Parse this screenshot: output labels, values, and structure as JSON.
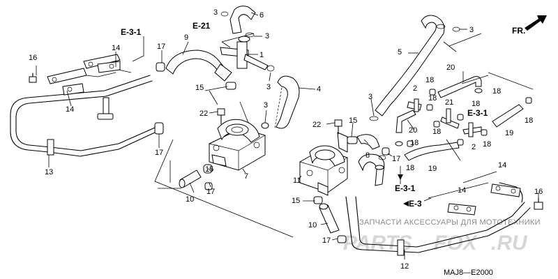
{
  "watermark": {
    "line1": "ЗАПЧАСТИ АКСЕССУАРЫ ДЛЯ МОТОТЕХНИКИ",
    "brand_left": "PARTS",
    "brand_mid": "FOX",
    "brand_right": ".RU"
  },
  "diagram_code": "MAJ8—E2000",
  "direction_label": "FR.",
  "refs": {
    "e31_top": "E-3-1",
    "e21": "E-21",
    "e31_mid": "E-3-1",
    "e31_bottom": "E-3-1",
    "e3": "E-3"
  },
  "callouts": {
    "c1": "1",
    "c2a": "2",
    "c2b": "2",
    "c3a": "3",
    "c3b": "3",
    "c3c": "3",
    "c3d": "3",
    "c3e": "3",
    "c3f": "3",
    "c4": "4",
    "c5": "5",
    "c6": "6",
    "c7": "7",
    "c8": "8",
    "c9": "9",
    "c10a": "10",
    "c10b": "10",
    "c11": "11",
    "c12": "12",
    "c13": "13",
    "c14a": "14",
    "c14b": "14",
    "c14c": "14",
    "c14d": "14",
    "c15a": "15",
    "c15b": "15",
    "c15c": "15",
    "c16a": "16",
    "c16b": "16",
    "c17a": "17",
    "c17b": "17",
    "c17c": "17",
    "c17d": "17",
    "c18a": "18",
    "c18b": "18",
    "c18c": "18",
    "c18d": "18",
    "c18e": "18",
    "c18f": "18",
    "c18g": "18",
    "c18h": "18",
    "c19a": "19",
    "c19b": "19",
    "c20a": "20",
    "c20b": "20",
    "c21": "21",
    "c22a": "22",
    "c22b": "22"
  }
}
